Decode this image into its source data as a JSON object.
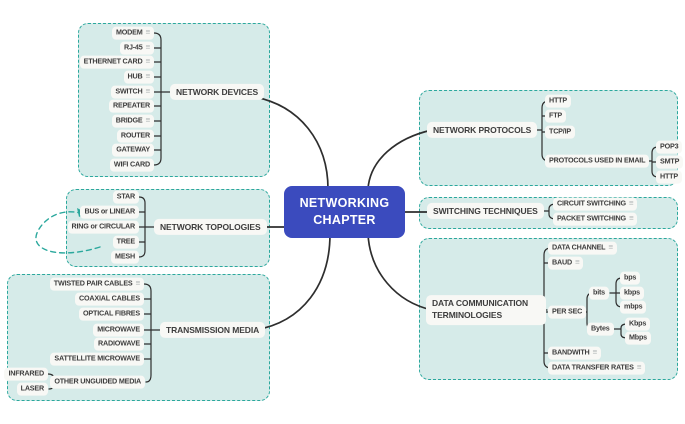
{
  "center": {
    "title": "NETWORKING CHAPTER"
  },
  "icons": {
    "notes": "≡"
  },
  "colors": {
    "center_bg": "#3b4bbe",
    "group_bg": "#d6ebe9",
    "group_border": "#2ba89d",
    "connector": "#2e2e2e",
    "pill_bg": "#f8f8f5",
    "pill_text": "#3d3d3d",
    "notes_icon": "#a8aeae"
  },
  "groups": [
    {
      "label": "NETWORK DEVICES",
      "children": [
        {
          "label": "MODEM",
          "icon": true
        },
        {
          "label": "RJ-45",
          "icon": true
        },
        {
          "label": "ETHERNET CARD",
          "icon": true
        },
        {
          "label": "HUB",
          "icon": true
        },
        {
          "label": "SWITCH",
          "icon": true
        },
        {
          "label": "REPEATER"
        },
        {
          "label": "BRIDGE",
          "icon": true
        },
        {
          "label": "ROUTER"
        },
        {
          "label": "GATEWAY"
        },
        {
          "label": "WIFI CARD"
        }
      ]
    },
    {
      "label": "NETWORK TOPOLOGIES",
      "children": [
        {
          "label": "STAR"
        },
        {
          "label": "BUS or LINEAR"
        },
        {
          "label": "RING or CIRCULAR"
        },
        {
          "label": "TREE"
        },
        {
          "label": "MESH"
        }
      ]
    },
    {
      "label": "TRANSMISSION MEDIA",
      "children": [
        {
          "label": "TWISTED PAIR CABLES",
          "icon": true
        },
        {
          "label": "COAXIAL CABLES"
        },
        {
          "label": "OPTICAL FIBRES"
        },
        {
          "label": "MICROWAVE"
        },
        {
          "label": "RADIOWAVE"
        },
        {
          "label": "SATTELLITE MICROWAVE"
        },
        {
          "label": "OTHER UNGUIDED MEDIA",
          "children": [
            {
              "label": "INFRARED"
            },
            {
              "label": "LASER"
            }
          ]
        }
      ]
    },
    {
      "label": "NETWORK PROTOCOLS",
      "children": [
        {
          "label": "HTTP"
        },
        {
          "label": "FTP"
        },
        {
          "label": "TCP/IP"
        },
        {
          "label": "PROTOCOLS USED IN EMAIL",
          "children": [
            {
              "label": "POP3"
            },
            {
              "label": "SMTP"
            },
            {
              "label": "HTTP"
            }
          ]
        }
      ]
    },
    {
      "label": "SWITCHING TECHNIQUES",
      "children": [
        {
          "label": "CIRCUIT SWITCHING",
          "icon": true
        },
        {
          "label": "PACKET SWITCHING",
          "icon": true
        }
      ]
    },
    {
      "label": "DATA COMMUNICATION TERMINOLOGIES",
      "children": [
        {
          "label": "DATA CHANNEL",
          "icon": true
        },
        {
          "label": "BAUD",
          "icon": true
        },
        {
          "label": "PER SEC",
          "children": [
            {
              "label": "bits",
              "children": [
                {
                  "label": "bps"
                },
                {
                  "label": "kbps"
                },
                {
                  "label": "mbps"
                }
              ]
            },
            {
              "label": "Bytes",
              "children": [
                {
                  "label": "Kbps"
                },
                {
                  "label": "Mbps"
                }
              ]
            }
          ]
        },
        {
          "label": "BANDWITH",
          "icon": true
        },
        {
          "label": "DATA TRANSFER RATES",
          "icon": true
        }
      ]
    }
  ]
}
